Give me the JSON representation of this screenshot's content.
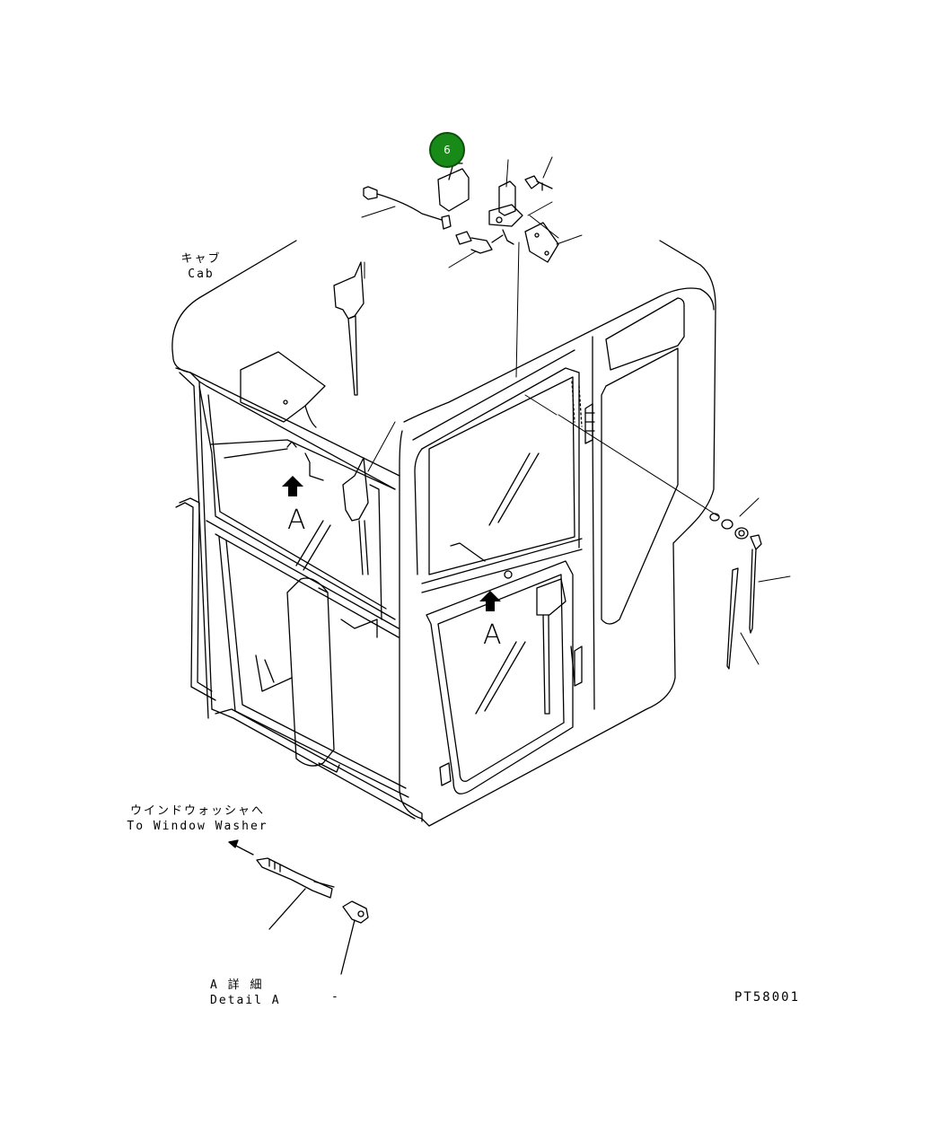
{
  "labels": {
    "cab_jp": "キャブ",
    "cab_en": "Cab",
    "washer_jp": "ウインドウォッシャへ",
    "washer_en": "To Window Washer",
    "detail_jp": "A 詳 細",
    "detail_en": "Detail A",
    "dash": "-",
    "drawing_code": "PT58001",
    "view_a_left": "A",
    "view_a_right": "A"
  },
  "callout": {
    "number": "6",
    "color": "#178a17"
  }
}
